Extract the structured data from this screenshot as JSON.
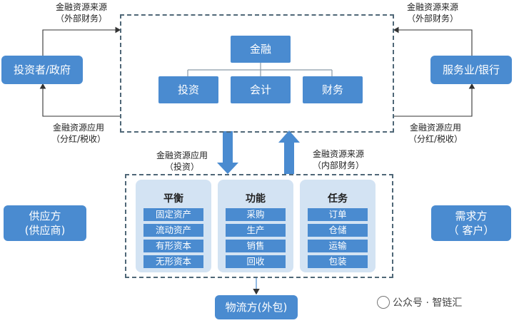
{
  "top": {
    "root": "金融",
    "children": [
      "投资",
      "会计",
      "财务"
    ]
  },
  "left_entity": "投资者/政府",
  "right_entity": "服务业/银行",
  "notes": {
    "top_left": "金融资源来源\n（外部财务）",
    "top_right": "金融资源来源\n（外部财务）",
    "bottom_left": "金融资源应用\n（分红/税收）",
    "bottom_right": "金融资源应用\n（分红/税收）",
    "mid_left": "金融资源应用\n（投资）",
    "mid_right": "金融资源来源\n（内部财务）"
  },
  "panels": [
    {
      "title": "平衡",
      "items": [
        "固定资产",
        "流动资产",
        "有形资本",
        "无形资本"
      ]
    },
    {
      "title": "功能",
      "items": [
        "采购",
        "生产",
        "销售",
        "回收"
      ]
    },
    {
      "title": "任务",
      "items": [
        "订单",
        "仓储",
        "运输",
        "包装"
      ]
    }
  ],
  "supplier": "供应方\n(供应商)",
  "demand": "需求方\n（ 客户）",
  "logistics": "物流方(外包)",
  "watermark": "公众号 · 智链汇",
  "colors": {
    "accent": "#4a8bd0",
    "panel": "#d3e3f3",
    "dash": "#4f6777",
    "arrow": "#4a8bd0"
  }
}
